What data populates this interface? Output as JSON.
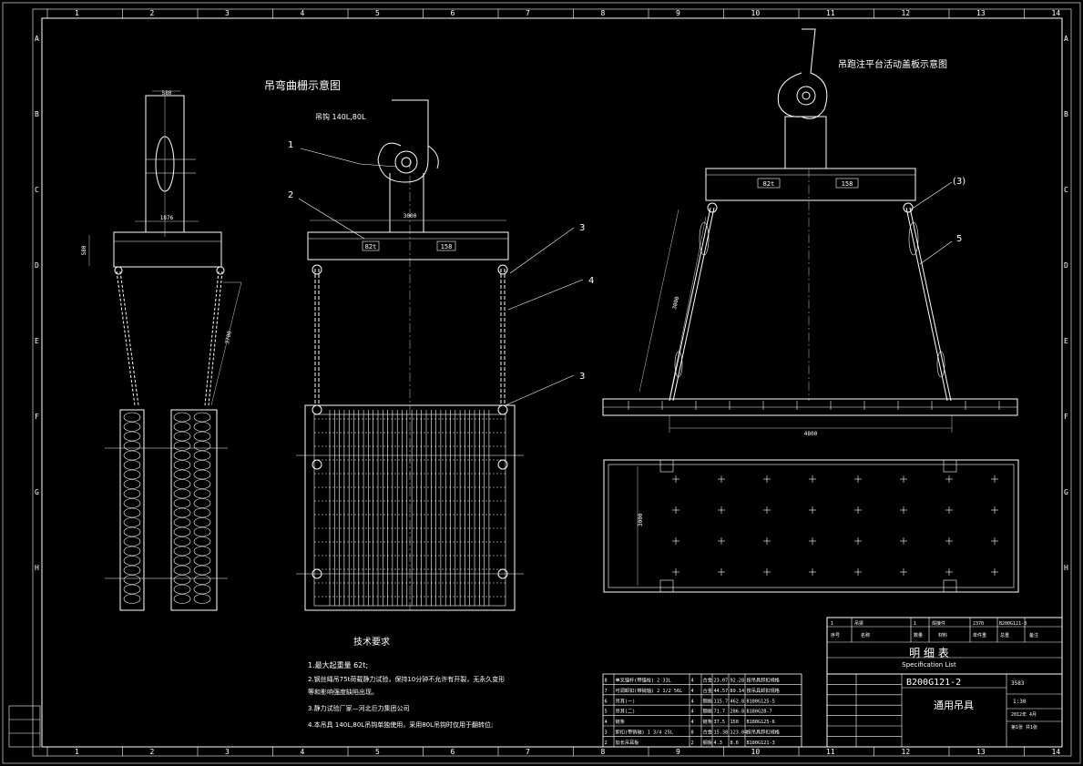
{
  "frame": {
    "col_numbers": [
      "1",
      "2",
      "3",
      "4",
      "5",
      "6",
      "7",
      "8",
      "9",
      "10",
      "11",
      "12",
      "13",
      "14"
    ],
    "row_letters": [
      "A",
      "B",
      "C",
      "D",
      "E",
      "F",
      "G",
      "H"
    ]
  },
  "views": {
    "left_title": "吊弯曲栅示意图",
    "right_title": "吊跑注平台活动盖板示意图",
    "hook_label": "吊钩 140L,80L",
    "weight_a": "82t",
    "weight_b": "158",
    "callouts_mid": [
      "1",
      "2",
      "3",
      "4",
      "3"
    ],
    "callouts_right": [
      "(3)",
      "5"
    ],
    "dim_left_top": "580",
    "dim_left_span": "1876",
    "dim_mid_span": "3000",
    "dim_right_span": "4800",
    "dim_right_height": "3000"
  },
  "tech_req": {
    "title": "技术要求",
    "items": [
      "1.最大起重量 62t;",
      "2.钢丝绳吊75t荷载静力试验，保持10分钟不允许有开裂，无永久变形",
      "  等和影响强度缺陷出现。",
      "3.静力试验厂家—河北巨力集团公司",
      "4.本吊具 140L,80L吊钩单独使用，采用80L吊钩时仅用于翻转位;"
    ]
  },
  "parts_rows": [
    [
      "8",
      "单叉锚杆(带锚栓) 2 33L",
      "4",
      "合金",
      "23.07",
      "92.28",
      "按吊具卸扣规格"
    ],
    [
      "7",
      "可调卸扣(带销轴) 2 1/2 56L",
      "4",
      "合金",
      "44.57",
      "89.14",
      "按吊具卸扣规格"
    ],
    [
      "6",
      "吊耳(一)",
      "4",
      "钢板",
      "115.7",
      "462.8",
      "B180G125-5"
    ],
    [
      "5",
      "吊耳(二)",
      "4",
      "钢板",
      "71.7",
      "286.8",
      "B180G28-7"
    ],
    [
      "4",
      "链条",
      "4",
      "链条",
      "37.5",
      "150",
      "B180G125-6"
    ],
    [
      "3",
      "卸扣(带销轴) 1 3/4 25L",
      "8",
      "合金",
      "15.38",
      "123.04",
      "按吊具卸扣规格"
    ],
    [
      "2",
      "加长吊耳板",
      "2",
      "钢板",
      "4.3",
      "8.6",
      "B180G121-3"
    ]
  ],
  "title_block": {
    "row1": [
      "1",
      "吊梁",
      "1",
      "焊接件",
      "2370",
      "B200G121-3"
    ],
    "hdr": [
      "序号",
      "名称",
      "数量",
      "材料",
      "单件重",
      "总重",
      "备注"
    ],
    "doc_title": "明 细 表",
    "doc_sub": "Specification List",
    "drawing_no": "B200G121-2",
    "part_name": "通用吊具",
    "weight": "3583",
    "scale": "1:30",
    "sheet": "第1张 共1张",
    "date": "2012年 4月"
  }
}
